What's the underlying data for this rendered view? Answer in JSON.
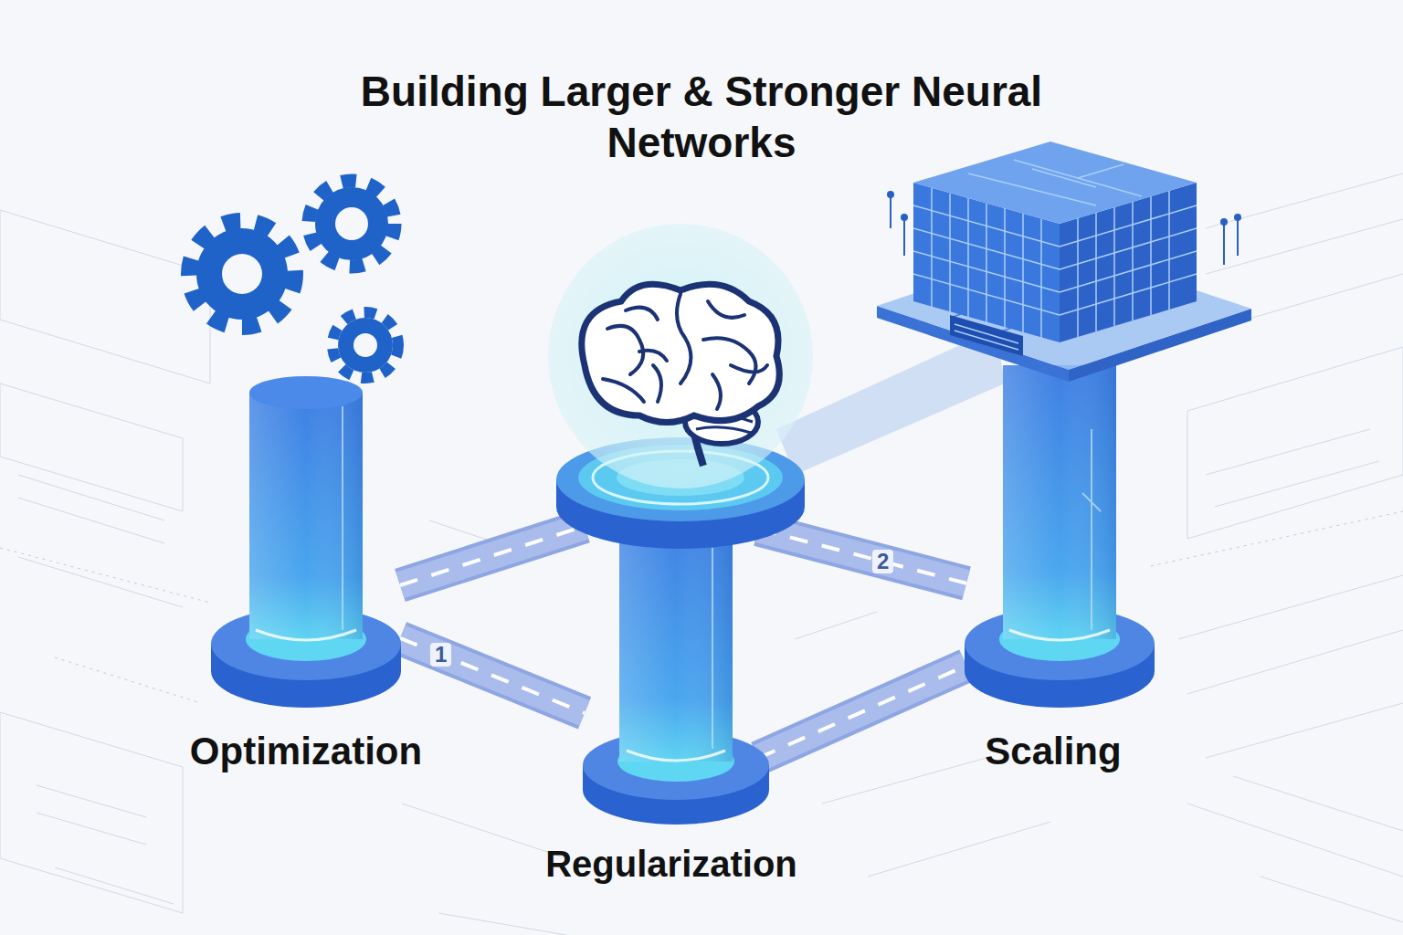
{
  "diagram": {
    "title": "Building Larger & Stronger Neural Networks",
    "nodes": [
      {
        "text": [
          "Optimization"
        ]
      },
      {
        "text": [
          "Regularization"
        ]
      },
      {
        "text": [
          "Scaling"
        ]
      }
    ],
    "edges": [
      {
        "from": 0,
        "to": 1,
        "arrow": "none",
        "label": "1"
      },
      {
        "from": 1,
        "to": 2,
        "arrow": "none",
        "label": "2"
      },
      {
        "from": 0,
        "to": 1,
        "arrow": "none"
      },
      {
        "from": 1,
        "to": 2,
        "arrow": "none"
      }
    ]
  }
}
